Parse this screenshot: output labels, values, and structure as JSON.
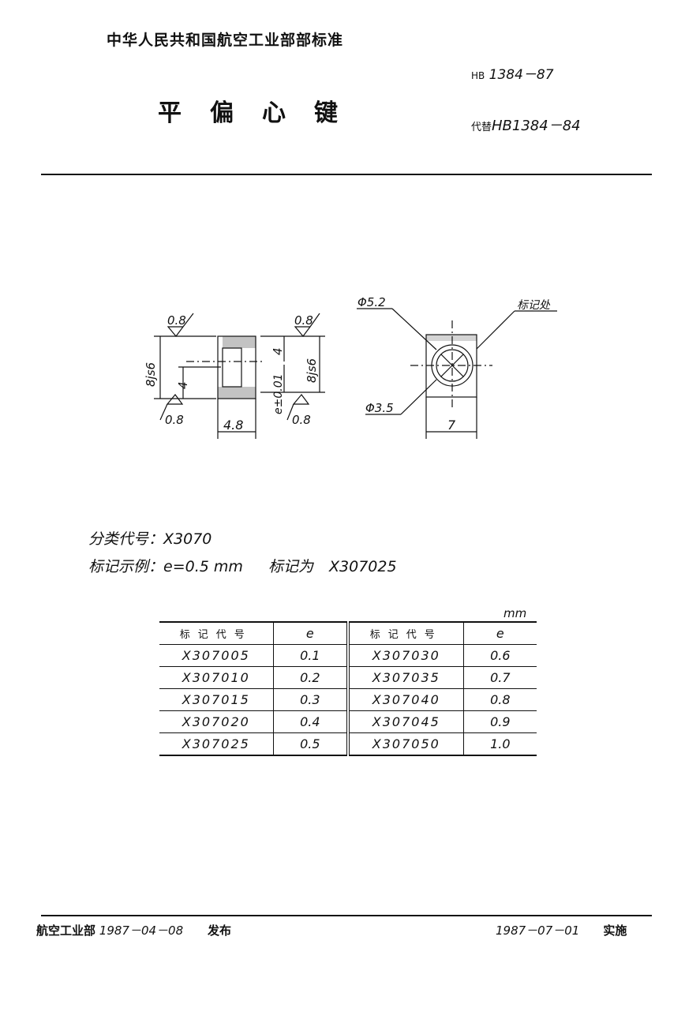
{
  "header": {
    "organization_standard": "中华人民共和国航空工业部部标准",
    "standard_prefix": "HB",
    "standard_number": "1384－87",
    "title": "平偏心键",
    "replaces_prefix": "代替",
    "replaces": "HB1384－84"
  },
  "drawing": {
    "side_view": {
      "roughness_top": "0.8",
      "roughness_bottom": "0.8",
      "height_tolerance": "8js6",
      "inner_height": "4",
      "width": "4.8"
    },
    "section_view": {
      "roughness_top": "0.8",
      "roughness_bottom": "0.8",
      "height_tolerance": "8js6",
      "height": "4",
      "eccentricity": "e±0.01"
    },
    "top_view": {
      "diameter_outer": "Φ5.2",
      "diameter_inner": "Φ3.5",
      "mark_location": "标记处",
      "width": "7"
    }
  },
  "info": {
    "classification_label": "分类代号：",
    "classification_code": "X3070",
    "marking_example_label": "标记示例：",
    "marking_example": "e=0.5 mm",
    "marking_as_label": "标记为",
    "marking_as": "X307025"
  },
  "table": {
    "unit": "mm",
    "headers": [
      "标记代号",
      "e",
      "标记代号",
      "e"
    ],
    "rows": [
      [
        "X307005",
        "0.1",
        "X307030",
        "0.6"
      ],
      [
        "X307010",
        "0.2",
        "X307035",
        "0.7"
      ],
      [
        "X307015",
        "0.3",
        "X307040",
        "0.8"
      ],
      [
        "X307020",
        "0.4",
        "X307045",
        "0.9"
      ],
      [
        "X307025",
        "0.5",
        "X307050",
        "1.0"
      ]
    ]
  },
  "footer": {
    "issuer": "航空工业部",
    "issue_date": "1987－04－08",
    "issue_label": "发布",
    "effective_date": "1987－07－01",
    "effective_label": "实施"
  }
}
